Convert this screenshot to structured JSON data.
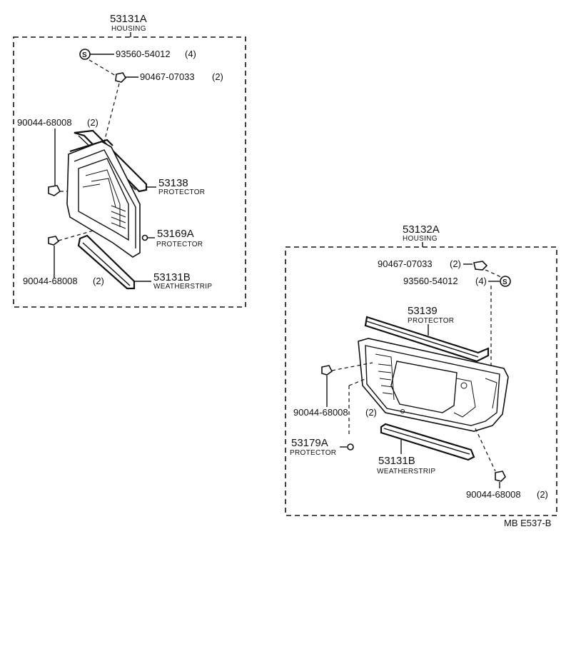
{
  "diagram_id": "MB E537-B",
  "left_assembly": {
    "part_no": "53131A",
    "name": "HOUSING",
    "callouts": [
      {
        "part_no": "93560-54012",
        "qty": "(4)"
      },
      {
        "part_no": "90467-07033",
        "qty": "(2)"
      },
      {
        "part_no": "90044-68008",
        "qty": "(2)"
      },
      {
        "part_no": "53138",
        "name": "PROTECTOR"
      },
      {
        "part_no": "53169A",
        "name": "PROTECTOR"
      },
      {
        "part_no": "90044-68008",
        "qty": "(2)"
      },
      {
        "part_no": "53131B",
        "name": "WEATHERSTRIP"
      }
    ],
    "screw_symbol": "S"
  },
  "right_assembly": {
    "part_no": "53132A",
    "name": "HOUSING",
    "callouts": [
      {
        "part_no": "90467-07033",
        "qty": "(2)"
      },
      {
        "part_no": "93560-54012",
        "qty": "(4)"
      },
      {
        "part_no": "53139",
        "name": "PROTECTOR"
      },
      {
        "part_no": "90044-68008",
        "qty": "(2)"
      },
      {
        "part_no": "53179A",
        "name": "PROTECTOR"
      },
      {
        "part_no": "53131B",
        "name": "WEATHERSTRIP"
      },
      {
        "part_no": "90044-68008",
        "qty": "(2)"
      }
    ],
    "screw_symbol": "S"
  }
}
